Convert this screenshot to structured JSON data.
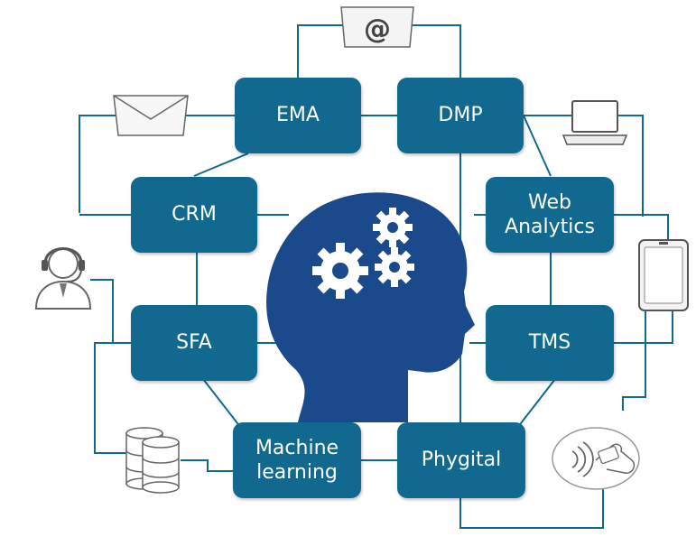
{
  "diagram": {
    "nodes": {
      "ema": "EMA",
      "dmp": "DMP",
      "crm": "CRM",
      "web_analytics_line1": "Web",
      "web_analytics_line2": "Analytics",
      "sfa": "SFA",
      "tms": "TMS",
      "machine_learning_line1": "Machine",
      "machine_learning_line2": "learning",
      "phygital": "Phygital"
    },
    "icons": {
      "email_at": "@",
      "envelope": "envelope-icon",
      "laptop": "laptop-icon",
      "tablet": "tablet-icon",
      "call_center_agent": "headset-agent-icon",
      "database": "database-icon",
      "contactless": "contactless-payment-icon",
      "brain": "head-gears-icon"
    },
    "colors": {
      "node": "#11698f",
      "line": "#11698f",
      "head": "#1b4a8c",
      "gear": "#ffffff"
    }
  }
}
